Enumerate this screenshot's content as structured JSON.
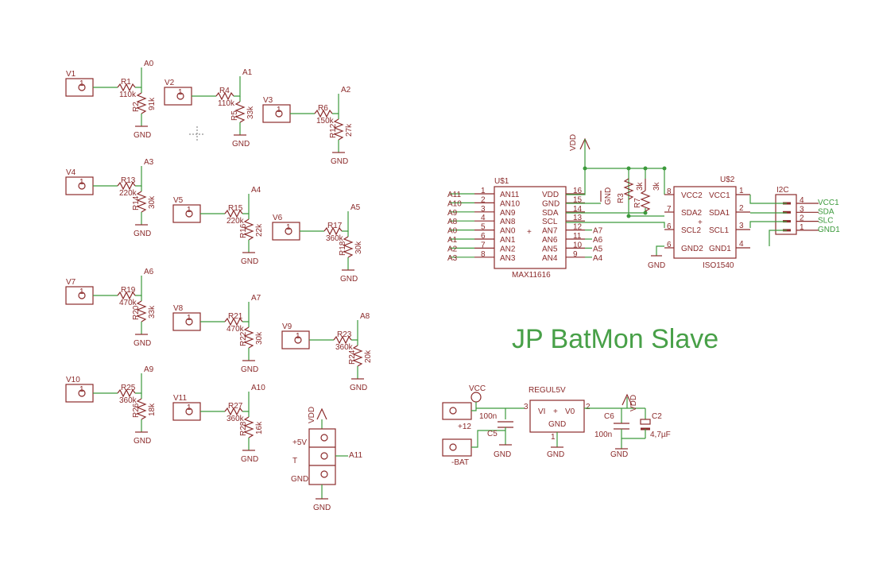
{
  "title": "JP BatMon Slave",
  "dividers": [
    {
      "vin": "V1",
      "r_top": "R1",
      "r_top_val": "110k",
      "r_bot": "R2",
      "r_bot_val": "91k",
      "out": "A0",
      "gnd": "GND"
    },
    {
      "vin": "V2",
      "r_top": "R4",
      "r_top_val": "110k",
      "r_bot": "R5",
      "r_bot_val": "33k",
      "out": "A1",
      "gnd": "GND"
    },
    {
      "vin": "V3",
      "r_top": "R6",
      "r_top_val": "150k",
      "r_bot": "R12",
      "r_bot_val": "27k",
      "out": "A2",
      "gnd": "GND"
    },
    {
      "vin": "V4",
      "r_top": "R13",
      "r_top_val": "220k",
      "r_bot": "R14",
      "r_bot_val": "30k",
      "out": "A3",
      "gnd": "GND"
    },
    {
      "vin": "V5",
      "r_top": "R15",
      "r_top_val": "220k",
      "r_bot": "R16",
      "r_bot_val": "22k",
      "out": "A4",
      "gnd": "GND"
    },
    {
      "vin": "V6",
      "r_top": "R17",
      "r_top_val": "360k",
      "r_bot": "R18",
      "r_bot_val": "30k",
      "out": "A5",
      "gnd": "GND"
    },
    {
      "vin": "V7",
      "r_top": "R19",
      "r_top_val": "470k",
      "r_bot": "R20",
      "r_bot_val": "33k",
      "out": "A6",
      "gnd": "GND"
    },
    {
      "vin": "V8",
      "r_top": "R21",
      "r_top_val": "470k",
      "r_bot": "R22",
      "r_bot_val": "30k",
      "out": "A7",
      "gnd": "GND"
    },
    {
      "vin": "V9",
      "r_top": "R23",
      "r_top_val": "360k",
      "r_bot": "R24",
      "r_bot_val": "20k",
      "out": "A8",
      "gnd": "GND"
    },
    {
      "vin": "V10",
      "r_top": "R25",
      "r_top_val": "360k",
      "r_bot": "R26",
      "r_bot_val": "18k",
      "out": "A9",
      "gnd": "GND"
    },
    {
      "vin": "V11",
      "r_top": "R27",
      "r_top_val": "360k",
      "r_bot": "R28",
      "r_bot_val": "16k",
      "out": "A10",
      "gnd": "GND"
    }
  ],
  "u1": {
    "ref": "U$1",
    "part": "MAX11616",
    "left_pins": [
      {
        "num": "1",
        "name": "AN11",
        "net": "A11"
      },
      {
        "num": "2",
        "name": "AN10",
        "net": "A10"
      },
      {
        "num": "3",
        "name": "AN9",
        "net": "A9"
      },
      {
        "num": "4",
        "name": "AN8",
        "net": "A8"
      },
      {
        "num": "5",
        "name": "AN0",
        "net": "A0"
      },
      {
        "num": "6",
        "name": "AN1",
        "net": "A1"
      },
      {
        "num": "7",
        "name": "AN2",
        "net": "A2"
      },
      {
        "num": "8",
        "name": "AN3",
        "net": "A3"
      }
    ],
    "right_pins": [
      {
        "num": "16",
        "name": "VDD",
        "net": ""
      },
      {
        "num": "15",
        "name": "GND",
        "net": ""
      },
      {
        "num": "14",
        "name": "SDA",
        "net": ""
      },
      {
        "num": "13",
        "name": "SCL",
        "net": ""
      },
      {
        "num": "12",
        "name": "AN7",
        "net": "A7"
      },
      {
        "num": "11",
        "name": "AN6",
        "net": "A6"
      },
      {
        "num": "10",
        "name": "AN5",
        "net": "A5"
      },
      {
        "num": "9",
        "name": "AN4",
        "net": "A4"
      }
    ],
    "vdd": "VDD",
    "gnd": "GND"
  },
  "pullups": [
    {
      "ref": "R3",
      "val": "3k"
    },
    {
      "ref": "R7",
      "val": "3k"
    }
  ],
  "u2": {
    "ref": "U$2",
    "part": "ISO1540",
    "left_pins": [
      {
        "num": "8",
        "name": "VCC2"
      },
      {
        "num": "7",
        "name": "SDA2"
      },
      {
        "num": "6",
        "name": "SCL2"
      },
      {
        "num": "6",
        "name": "GND2"
      }
    ],
    "right_pins": [
      {
        "num": "1",
        "name": "VCC1"
      },
      {
        "num": "2",
        "name": "SDA1"
      },
      {
        "num": "3",
        "name": "SCL1"
      },
      {
        "num": "4",
        "name": "GND1"
      }
    ],
    "gnd": "GND"
  },
  "i2c": {
    "ref": "I2C",
    "pins": [
      "4",
      "3",
      "2",
      "1"
    ],
    "nets": [
      "VCC1",
      "SDA",
      "SLC",
      "GND1"
    ]
  },
  "power": {
    "vcc": "VCC",
    "in_label": "+12",
    "bat_label": "-BAT",
    "c5": {
      "ref": "C5",
      "val": "100n"
    },
    "reg": {
      "name": "REGUL5V",
      "vi": "VI",
      "vo": "V0",
      "gnd": "GND",
      "pin_in": "3",
      "pin_out": "2",
      "pin_gnd": "1"
    },
    "c6": {
      "ref": "C6",
      "val": "100n"
    },
    "c2": {
      "ref": "C2",
      "val": "4,7µF"
    },
    "vdd": "VDD",
    "gnd": "GND"
  },
  "header": {
    "vdd": "VDD",
    "labels": [
      "+5V",
      "T",
      "GND"
    ],
    "net": "A11",
    "gnd": "GND"
  }
}
